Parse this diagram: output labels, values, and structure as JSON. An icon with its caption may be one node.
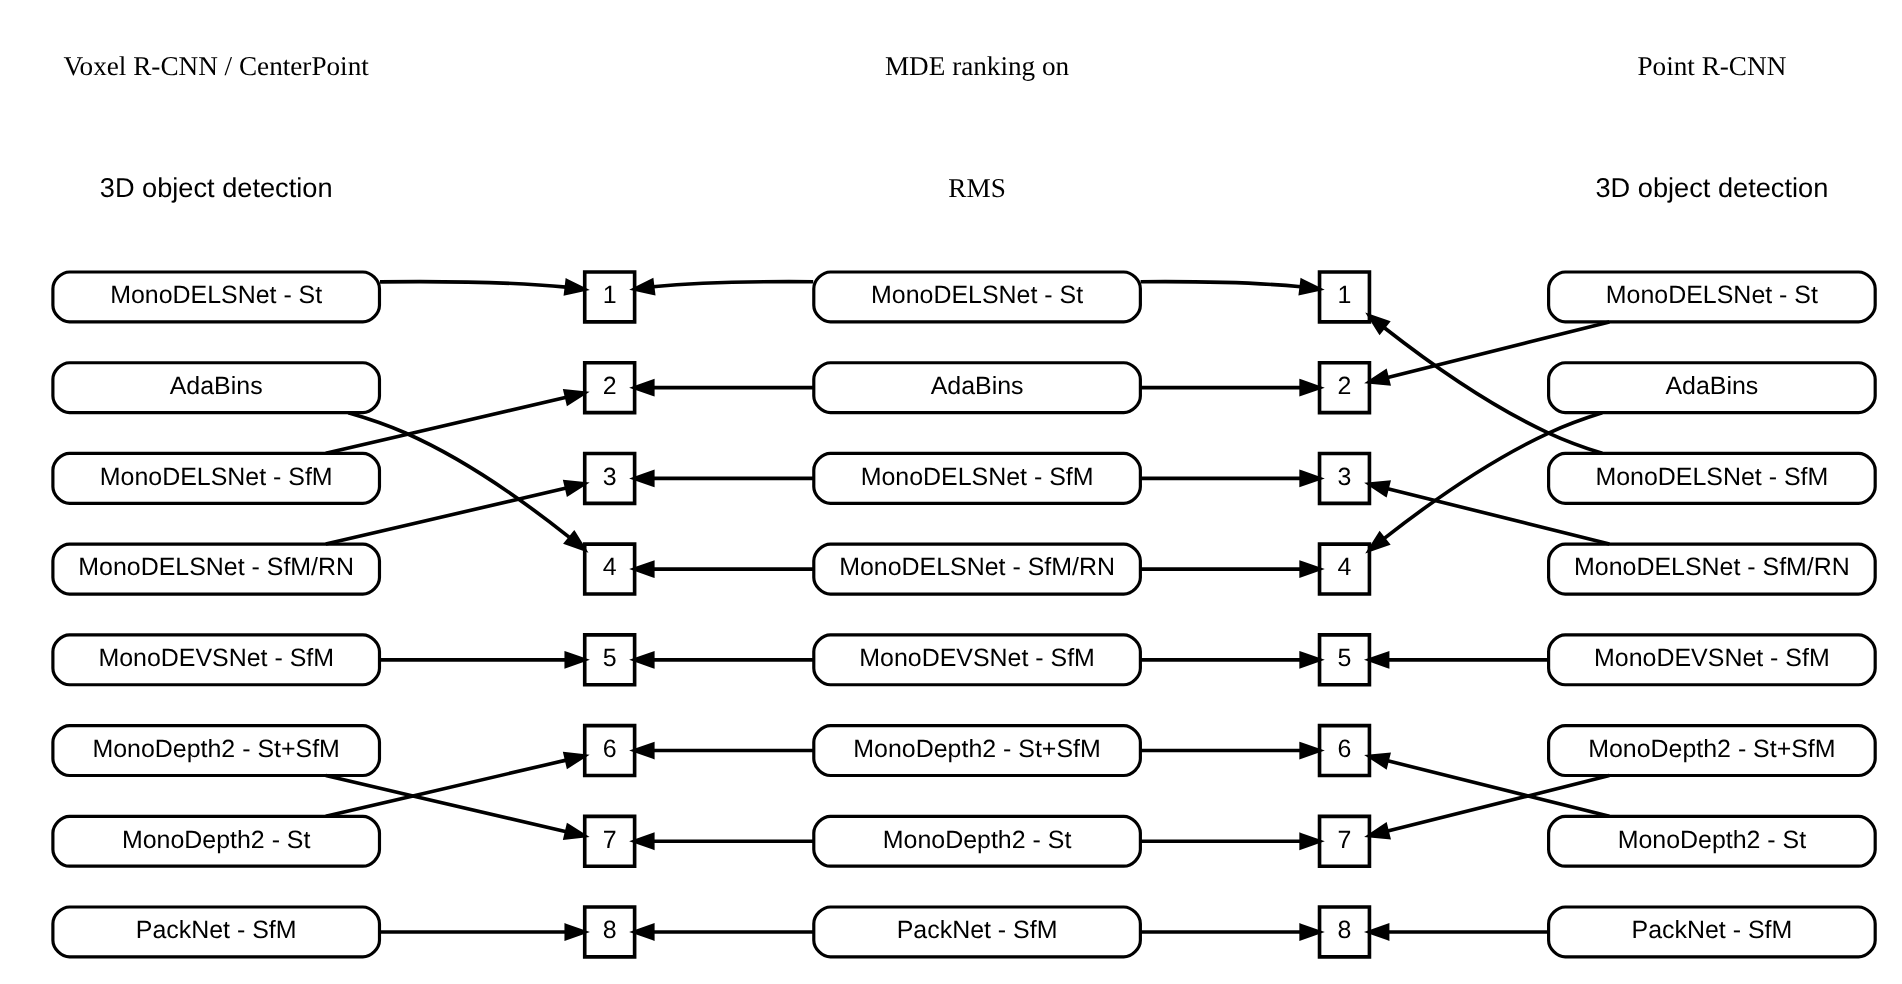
{
  "diagram": {
    "nodes": [
      {
        "text": [
          "MonoDELSNet - St"
        ]
      },
      {
        "text": [
          "AdaBins"
        ]
      },
      {
        "text": [
          "MonoDELSNet - SfM"
        ]
      },
      {
        "text": [
          "MonoDELSNet - SfM/RN"
        ]
      },
      {
        "text": [
          "MonoDEVSNet - SfM"
        ]
      },
      {
        "text": [
          "MonoDepth2 - St+SfM"
        ]
      },
      {
        "text": [
          "MonoDepth2 - St"
        ]
      },
      {
        "text": [
          "PackNet - SfM"
        ]
      },
      {
        "text": [
          "1"
        ]
      },
      {
        "text": [
          "2"
        ]
      },
      {
        "text": [
          "3"
        ]
      },
      {
        "text": [
          "4"
        ]
      },
      {
        "text": [
          "5"
        ]
      },
      {
        "text": [
          "6"
        ]
      },
      {
        "text": [
          "7"
        ]
      },
      {
        "text": [
          "8"
        ]
      },
      {
        "text": [
          "MonoDELSNet - St"
        ]
      },
      {
        "text": [
          "AdaBins"
        ]
      },
      {
        "text": [
          "MonoDELSNet - SfM"
        ]
      },
      {
        "text": [
          "MonoDELSNet - SfM/RN"
        ]
      },
      {
        "text": [
          "MonoDEVSNet - SfM"
        ]
      },
      {
        "text": [
          "MonoDepth2 - St+SfM"
        ]
      },
      {
        "text": [
          "MonoDepth2 - St"
        ]
      },
      {
        "text": [
          "PackNet - SfM"
        ]
      },
      {
        "text": [
          "1"
        ]
      },
      {
        "text": [
          "2"
        ]
      },
      {
        "text": [
          "3"
        ]
      },
      {
        "text": [
          "4"
        ]
      },
      {
        "text": [
          "5"
        ]
      },
      {
        "text": [
          "6"
        ]
      },
      {
        "text": [
          "7"
        ]
      },
      {
        "text": [
          "8"
        ]
      },
      {
        "text": [
          "MonoDELSNet - St"
        ]
      },
      {
        "text": [
          "AdaBins"
        ]
      },
      {
        "text": [
          "MonoDELSNet - SfM"
        ]
      },
      {
        "text": [
          "MonoDELSNet - SfM/RN"
        ]
      },
      {
        "text": [
          "MonoDEVSNet - SfM"
        ]
      },
      {
        "text": [
          "MonoDepth2 - St+SfM"
        ]
      },
      {
        "text": [
          "MonoDepth2 - St"
        ]
      },
      {
        "text": [
          "PackNet - SfM"
        ]
      }
    ],
    "edges": [
      {
        "from": 0,
        "to": 8,
        "arrow": "to"
      },
      {
        "from": 1,
        "to": 11,
        "arrow": "to"
      },
      {
        "from": 2,
        "to": 9,
        "arrow": "to"
      },
      {
        "from": 3,
        "to": 10,
        "arrow": "to"
      },
      {
        "from": 4,
        "to": 12,
        "arrow": "to"
      },
      {
        "from": 5,
        "to": 14,
        "arrow": "to"
      },
      {
        "from": 6,
        "to": 13,
        "arrow": "to"
      },
      {
        "from": 7,
        "to": 15,
        "arrow": "to"
      },
      {
        "from": 16,
        "to": 8,
        "arrow": "to"
      },
      {
        "from": 16,
        "to": 24,
        "arrow": "to"
      },
      {
        "from": 17,
        "to": 9,
        "arrow": "to"
      },
      {
        "from": 17,
        "to": 25,
        "arrow": "to"
      },
      {
        "from": 18,
        "to": 10,
        "arrow": "to"
      },
      {
        "from": 18,
        "to": 26,
        "arrow": "to"
      },
      {
        "from": 19,
        "to": 11,
        "arrow": "to"
      },
      {
        "from": 19,
        "to": 27,
        "arrow": "to"
      },
      {
        "from": 20,
        "to": 12,
        "arrow": "to"
      },
      {
        "from": 20,
        "to": 28,
        "arrow": "to"
      },
      {
        "from": 21,
        "to": 13,
        "arrow": "to"
      },
      {
        "from": 21,
        "to": 29,
        "arrow": "to"
      },
      {
        "from": 22,
        "to": 14,
        "arrow": "to"
      },
      {
        "from": 22,
        "to": 30,
        "arrow": "to"
      },
      {
        "from": 23,
        "to": 15,
        "arrow": "to"
      },
      {
        "from": 23,
        "to": 31,
        "arrow": "to"
      },
      {
        "from": 32,
        "to": 25,
        "arrow": "to"
      },
      {
        "from": 33,
        "to": 27,
        "arrow": "to"
      },
      {
        "from": 34,
        "to": 24,
        "arrow": "to"
      },
      {
        "from": 35,
        "to": 26,
        "arrow": "to"
      },
      {
        "from": 36,
        "to": 28,
        "arrow": "to"
      },
      {
        "from": 37,
        "to": 30,
        "arrow": "to"
      },
      {
        "from": 38,
        "to": 29,
        "arrow": "to"
      },
      {
        "from": 39,
        "to": 31,
        "arrow": "to"
      }
    ],
    "labels": [
      "Voxel R-CNN / CenterPoint",
      "3D object detection",
      "MDE ranking on",
      "RMS",
      "Point R-CNN",
      "3D object detection"
    ]
  }
}
